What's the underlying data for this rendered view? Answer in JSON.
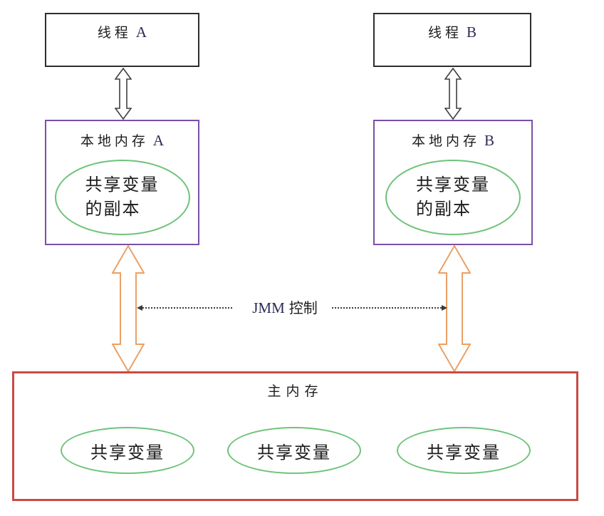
{
  "colors": {
    "thread_box_border": "#2E2E2E",
    "local_memory_border": "#7A4FA8",
    "main_memory_border": "#C84B44",
    "ellipse_green": "#6FC37A",
    "orange_arrow": "#EBA066",
    "gray_arrow": "#3F3F3F",
    "dotted_line": "#3A3A3A",
    "latin_text": "#2B2B55",
    "text": "#1C1C1C"
  },
  "thread_a": {
    "label": "线程",
    "suffix": "A"
  },
  "thread_b": {
    "label": "线程",
    "suffix": "B"
  },
  "local_memory_a": {
    "title": "本地内存",
    "suffix": "A",
    "copy_line1": "共享变量",
    "copy_line2": "的副本"
  },
  "local_memory_b": {
    "title": "本地内存",
    "suffix": "B",
    "copy_line1": "共享变量",
    "copy_line2": "的副本"
  },
  "jmm_control": {
    "latin": "JMM",
    "label": "控制"
  },
  "main_memory": {
    "title": "主内存",
    "vars": [
      "共享变量",
      "共享变量",
      "共享变量"
    ]
  }
}
